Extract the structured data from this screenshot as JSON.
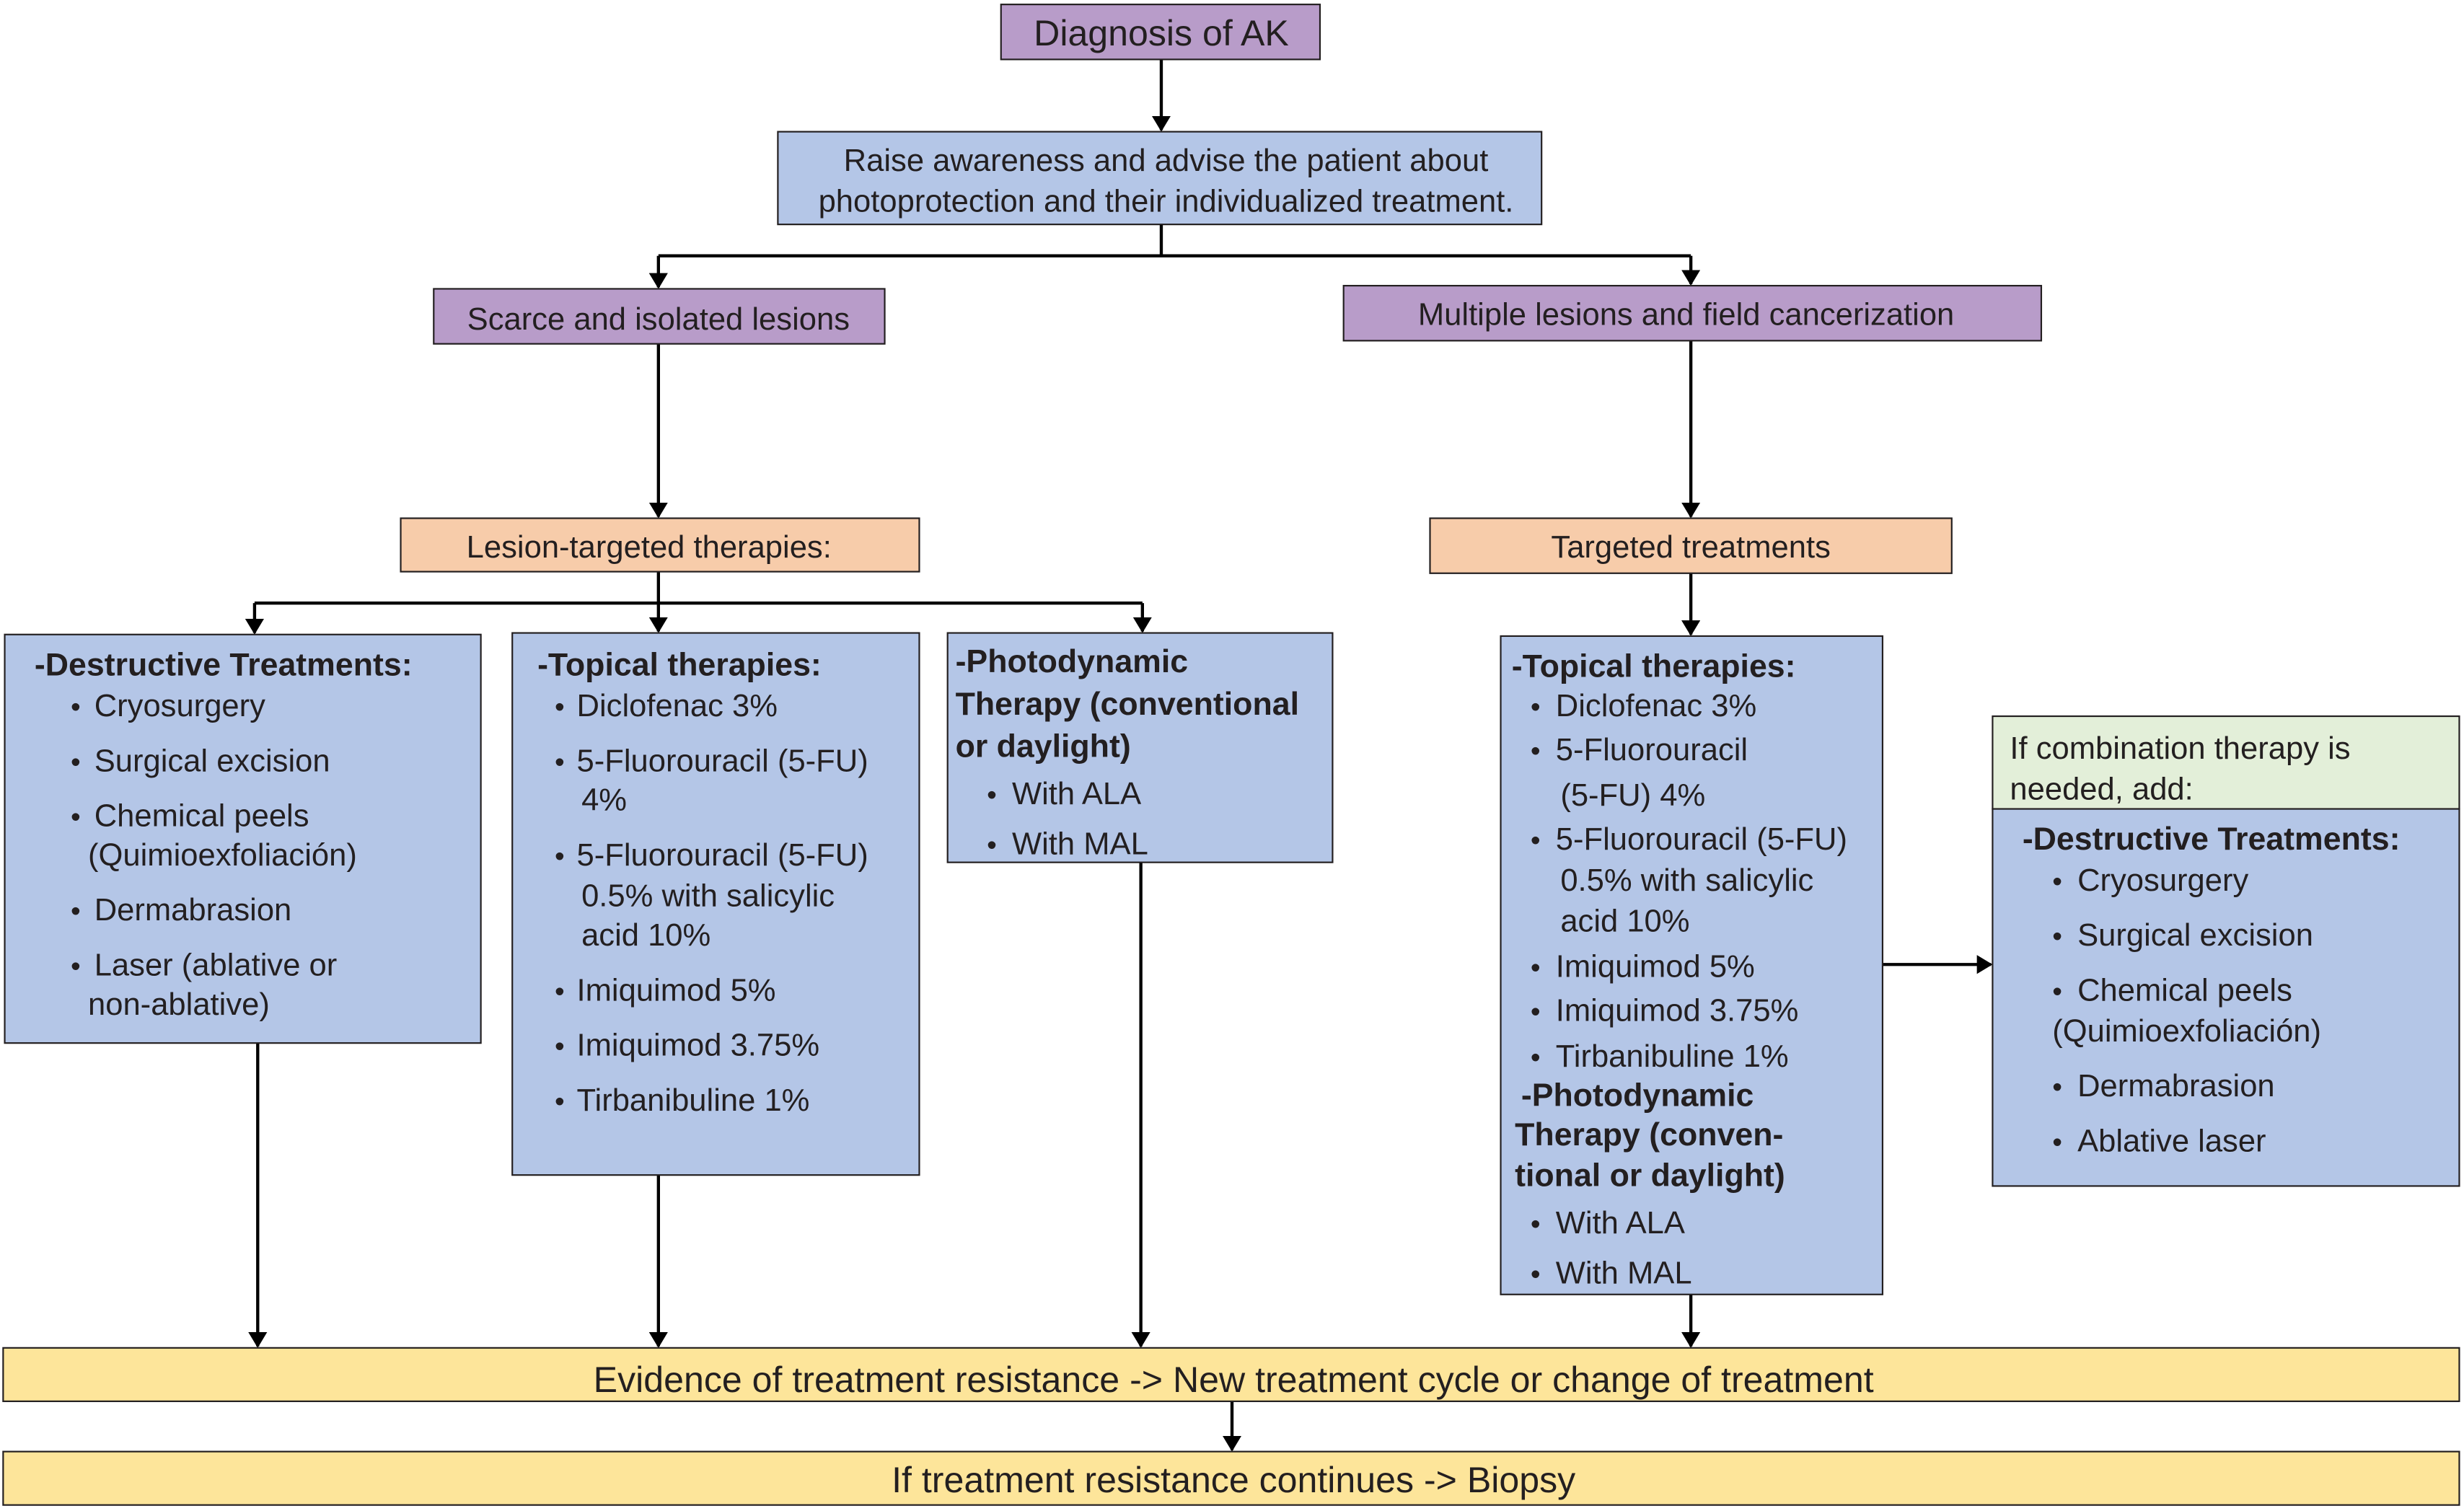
{
  "colors": {
    "purple_box": "#b89cc9",
    "blue_box": "#b4c6e7",
    "orange_box": "#f7ccaa",
    "green_box": "#e3efd9",
    "yellow_box": "#fde59a"
  },
  "diagnosis": "Diagnosis of AK",
  "awareness": [
    "Raise awareness and advise the patient about",
    "photoprotection and their individualized treatment."
  ],
  "scarce": "Scarce and isolated lesions",
  "multiple": "Multiple lesions and field cancerization",
  "lesion_targeted": "Lesion-targeted therapies:",
  "targeted": "Targeted treatments",
  "destructive_left": {
    "heading": [
      "-Destructive Treatments:"
    ],
    "items": [
      [
        "Cryosurgery"
      ],
      [
        "Surgical excision"
      ],
      [
        "Chemical peels",
        "(Quimioexfoliación)"
      ],
      [
        "Dermabrasion"
      ],
      [
        "Laser (ablative or",
        "non-ablative)"
      ]
    ]
  },
  "topical_left": {
    "heading": [
      "-Topical therapies:"
    ],
    "items": [
      [
        "Diclofenac 3%"
      ],
      [
        "5-Fluorouracil (5-FU)",
        "4%"
      ],
      [
        "5-Fluorouracil (5-FU)",
        "0.5% with salicylic",
        "acid 10%"
      ],
      [
        "Imiquimod 5%"
      ],
      [
        "Imiquimod 3.75%"
      ],
      [
        "Tirbanibuline 1%"
      ]
    ]
  },
  "pdt_left": {
    "heading": [
      "-Photodynamic",
      "Therapy (conventional",
      "or daylight)"
    ],
    "items": [
      [
        "With ALA"
      ],
      [
        "With MAL"
      ]
    ]
  },
  "topical_right": {
    "heading": [
      "-Topical therapies:"
    ],
    "items": [
      [
        "Diclofenac 3%"
      ],
      [
        "5-Fluorouracil",
        "(5-FU) 4%"
      ],
      [
        "5-Fluorouracil (5-FU)",
        "0.5% with salicylic",
        "acid 10%"
      ],
      [
        "Imiquimod 5%"
      ],
      [
        "Imiquimod 3.75%"
      ],
      [
        "Tirbanibuline 1%"
      ]
    ],
    "pdt_heading": [
      "-Photodynamic",
      "Therapy (conven-",
      "tional or daylight)"
    ],
    "pdt_items": [
      [
        "With ALA"
      ],
      [
        "With MAL"
      ]
    ]
  },
  "combination": [
    "If combination therapy is",
    "needed, add:"
  ],
  "destructive_right": {
    "heading": [
      "-Destructive Treatments:"
    ],
    "items": [
      [
        "Cryosurgery"
      ],
      [
        "Surgical excision"
      ],
      [
        "Chemical peels",
        "(Quimioexfoliación)"
      ],
      [
        "Dermabrasion"
      ],
      [
        "Ablative laser"
      ]
    ]
  },
  "evidence": "Evidence of treatment resistance -> New treatment cycle or change of treatment",
  "biopsy": "If treatment resistance continues -> Biopsy"
}
